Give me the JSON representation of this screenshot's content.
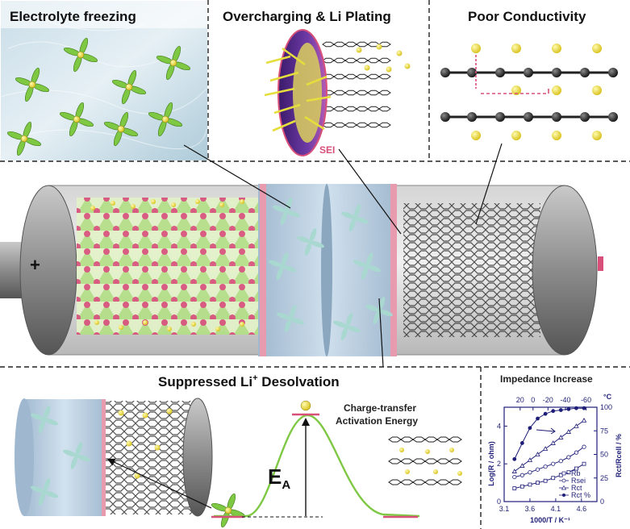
{
  "panels": {
    "electrolyte_freezing": "Electrolyte freezing",
    "overcharging": "Overcharging & Li Plating",
    "poor_conductivity": "Poor Conductivity",
    "desolvation_prefix": "Suppressed Li",
    "desolvation_sup": "+",
    "desolvation_suffix": " Desolvation",
    "impedance": "Impedance Increase"
  },
  "labels": {
    "sei": "SEI",
    "plus": "+",
    "charge_transfer_line1": "Charge-transfer",
    "charge_transfer_line2": "Activation Energy",
    "ea_main": "E",
    "ea_sub": "A"
  },
  "colors": {
    "blue_axis": "#1e1e78",
    "pink": "#d8507a",
    "green": "#7ec843",
    "yellow": "#f2e040",
    "purple": "#5a2a8c"
  },
  "chart_data": {
    "type": "line",
    "title": "Impedance Increase",
    "xlabel": "1000/T / K⁻¹",
    "ylabel_left": "Log(R / ohm)",
    "ylabel_right": "Rct/Rcell / %",
    "top_axis_label": "°C",
    "xlim": [
      3.1,
      4.9
    ],
    "ylim_left": [
      0,
      5
    ],
    "ylim_right": [
      0,
      100
    ],
    "x_ticks": [
      "3.1",
      "3.6",
      "4.1",
      "4.6"
    ],
    "x_tick_values": [
      3.1,
      3.6,
      4.1,
      4.6
    ],
    "y_ticks_left": [
      "0",
      "2",
      "4"
    ],
    "y_tick_values_left": [
      0,
      2,
      4
    ],
    "y_ticks_right": [
      "0",
      "25",
      "50",
      "75",
      "100"
    ],
    "y_tick_values_right": [
      0,
      25,
      50,
      75,
      100
    ],
    "top_ticks": [
      "20",
      "0",
      "-20",
      "-40",
      "-60"
    ],
    "top_tick_values": [
      3.41,
      3.66,
      3.95,
      4.29,
      4.69
    ],
    "series": [
      {
        "name": "Rb",
        "axis": "left",
        "marker": "open-square",
        "x": [
          3.3,
          3.45,
          3.6,
          3.75,
          3.9,
          4.05,
          4.2,
          4.35,
          4.5,
          4.65
        ],
        "y": [
          0.7,
          0.8,
          0.9,
          1.0,
          1.1,
          1.25,
          1.4,
          1.55,
          1.75,
          2.0
        ]
      },
      {
        "name": "Rsei",
        "axis": "left",
        "marker": "open-circle",
        "x": [
          3.3,
          3.45,
          3.6,
          3.75,
          3.9,
          4.05,
          4.2,
          4.35,
          4.5,
          4.65
        ],
        "y": [
          1.3,
          1.4,
          1.55,
          1.7,
          1.85,
          2.0,
          2.15,
          2.35,
          2.6,
          2.9
        ]
      },
      {
        "name": "Rct",
        "axis": "left",
        "marker": "open-triangle",
        "x": [
          3.3,
          3.45,
          3.6,
          3.75,
          3.9,
          4.05,
          4.2,
          4.35,
          4.5,
          4.65
        ],
        "y": [
          1.6,
          1.9,
          2.2,
          2.5,
          2.8,
          3.1,
          3.4,
          3.7,
          4.0,
          4.3
        ]
      },
      {
        "name": "Rct %",
        "axis": "right",
        "marker": "filled-circle",
        "x": [
          3.3,
          3.45,
          3.6,
          3.75,
          3.9,
          4.05,
          4.2,
          4.35,
          4.5,
          4.65
        ],
        "y": [
          45,
          62,
          78,
          88,
          93,
          96,
          97,
          98,
          99,
          99
        ]
      }
    ]
  }
}
